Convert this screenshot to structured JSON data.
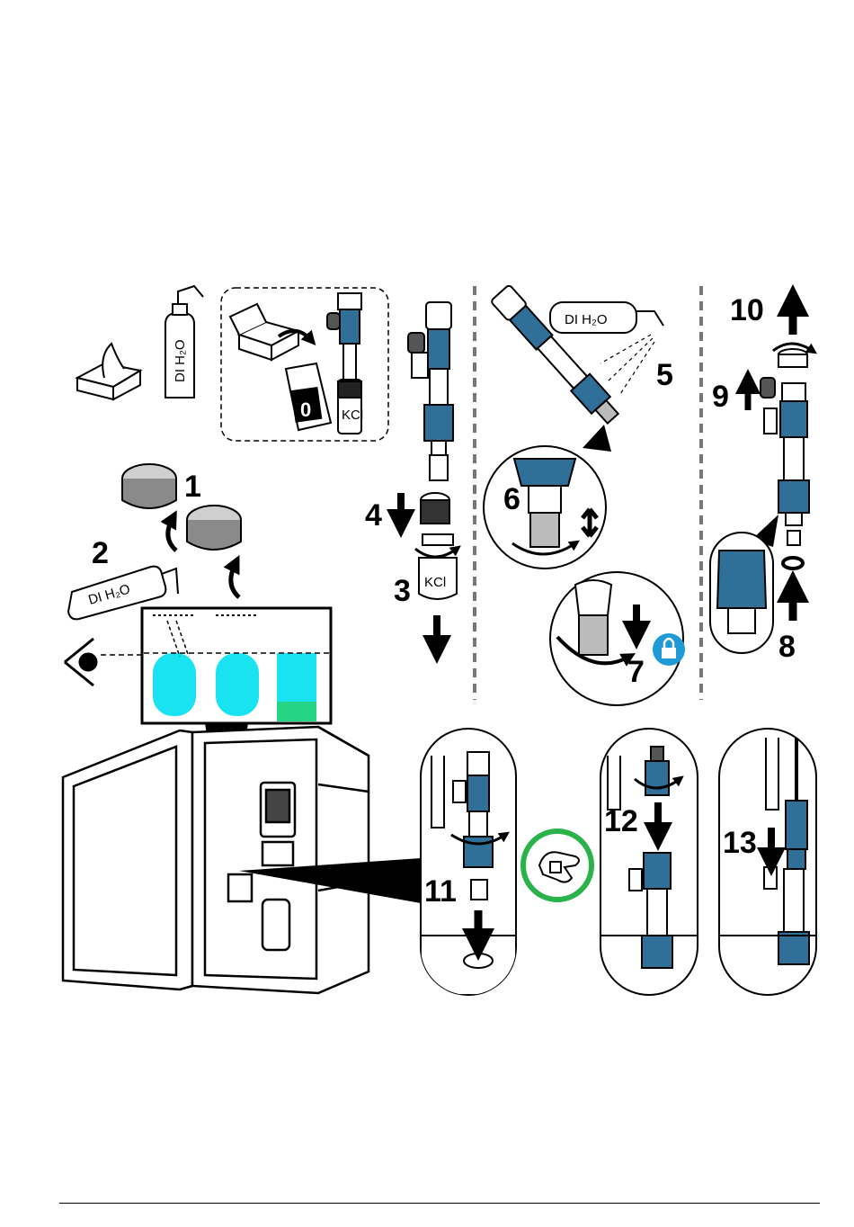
{
  "colors": {
    "accent_blue": "#2f6f98",
    "water_cyan": "#19e3f0",
    "ring_green": "#29b34a",
    "lock_blue": "#1f9ad6",
    "green_band": "#26d486"
  },
  "labels": {
    "water_bottle": "DI H₂O",
    "kcl": "KCl",
    "sachet": "0"
  },
  "steps": [
    "1",
    "2",
    "3",
    "4",
    "5",
    "6",
    "7",
    "8",
    "9",
    "10",
    "11",
    "12",
    "13"
  ],
  "icons": [
    "tissue-box-icon",
    "wash-bottle-icon",
    "eye-icon",
    "lock-icon",
    "hand-icon",
    "arrow-icon",
    "rotate-icon"
  ]
}
